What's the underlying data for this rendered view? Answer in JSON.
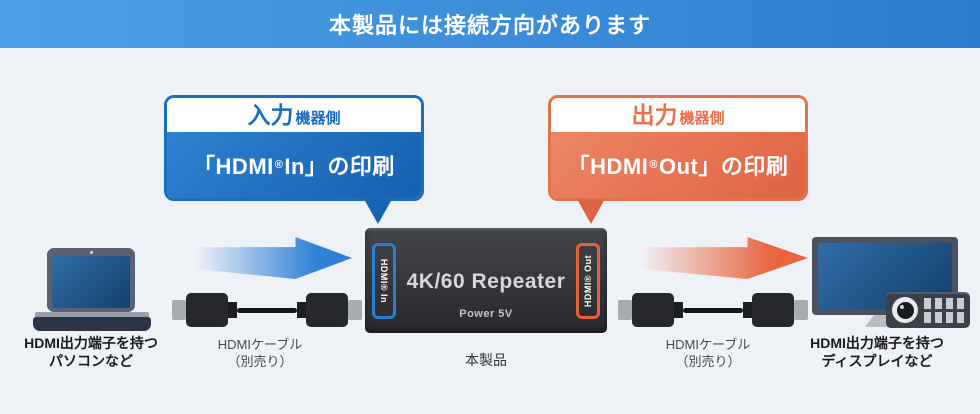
{
  "header": {
    "title": "本製品には接続方向があります"
  },
  "callouts": {
    "input": {
      "title_main": "入力",
      "title_sub": "機器側",
      "body_pre": "「HDMI",
      "body_reg": "®",
      "body_post": "In」の印刷"
    },
    "output": {
      "title_main": "出力",
      "title_sub": "機器側",
      "body_pre": "「HDMI",
      "body_reg": "®",
      "body_post": "Out」の印刷"
    }
  },
  "device": {
    "name": "4K/60 Repeater",
    "power": "Power 5V",
    "port_in": "HDMI® In",
    "port_out": "HDMI® Out",
    "caption": "本製品"
  },
  "labels": {
    "source": {
      "line1": "HDMI出力端子を持つ",
      "line2": "パソコンなど"
    },
    "cable_left": {
      "line1": "HDMIケーブル",
      "line2": "（別売り）"
    },
    "cable_right": {
      "line1": "HDMIケーブル",
      "line2": "（別売り）"
    },
    "sink": {
      "line1": "HDMI出力端子を持つ",
      "line2": "ディスプレイなど"
    }
  },
  "icons": {
    "laptop": "laptop-icon",
    "monitor": "monitor-icon",
    "projector": "projector-icon",
    "hdmi_cable": "hdmi-cable-icon",
    "arrow_right_blue": "arrow-right-icon",
    "arrow_right_orange": "arrow-right-icon"
  },
  "colors": {
    "bg": "#eef2f7",
    "hdr-a": "#4ba0e6",
    "hdr-b": "#2d7ccd",
    "blue": "#1a6dbf",
    "blue-a": "#2f81d1",
    "blue-b": "#1560af",
    "blue-tail": "#1563b1",
    "orange": "#e4704c",
    "orange-title": "#e8714f",
    "orange-a": "#ec8566",
    "orange-b": "#df6442",
    "orange-tail": "#df6442",
    "arrow-blue": "#2f80d6",
    "arrow-orange": "#e8653f",
    "device-a": "#44454a",
    "device-b": "#28292d",
    "device-text": "#d6d7d9",
    "port-blue": "#2e7cd0",
    "port-orange": "#e2603a",
    "screen-a": "#2f6ea9",
    "screen-b": "#143f6b",
    "ink": "#1a1a1a",
    "ink-soft": "#4a4a4a"
  }
}
